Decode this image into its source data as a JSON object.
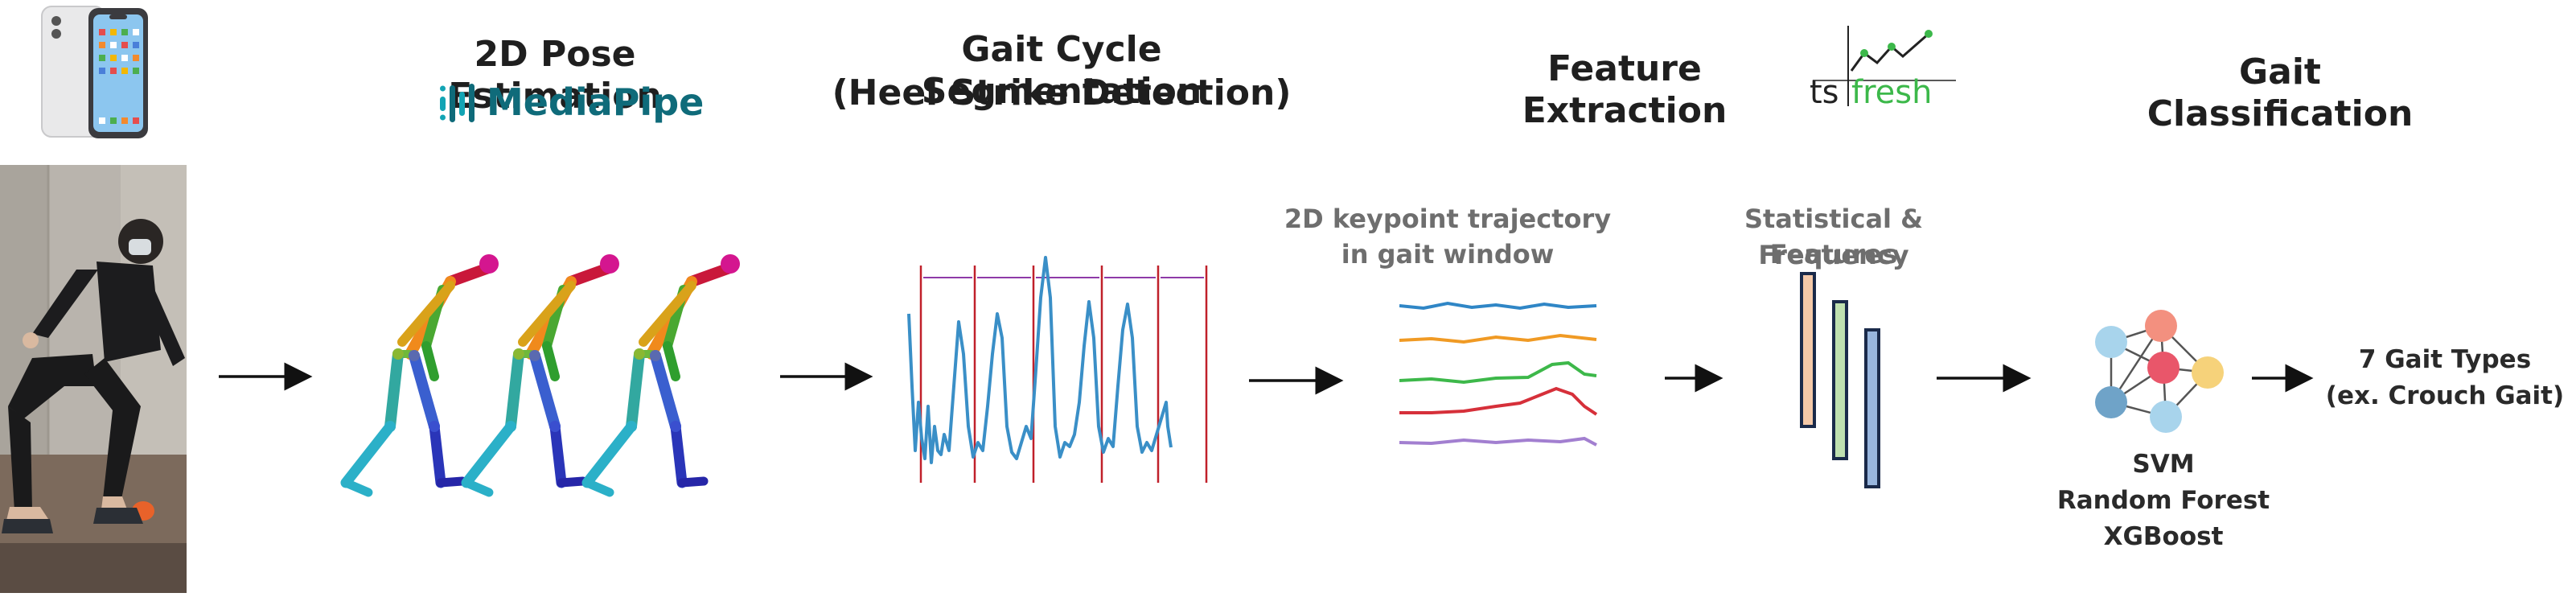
{
  "stages": {
    "pose": {
      "title": "2D Pose Estimation",
      "tool": "MediaPipe"
    },
    "segmentation": {
      "title_line1": "Gait Cycle Segmentation",
      "title_line2": "(Heel Strike Detection)"
    },
    "features": {
      "title": "Feature Extraction",
      "tool_left": "ts",
      "tool_right": "fresh",
      "trajectory_label_line1": "2D keypoint trajectory",
      "trajectory_label_line2": "in gait window",
      "stat_label_line1": "Statistical & Frequency",
      "stat_label_line2": "Features"
    },
    "classification": {
      "title": "Gait Classification",
      "models": [
        "SVM",
        "Random Forest",
        "XGBoost"
      ],
      "output_line1": "7 Gait Types",
      "output_line2": "(ex. Crouch Gait)"
    }
  },
  "icons": {
    "phone": "smartphone-icon",
    "mediapipe": "mediapipe-logo-icon",
    "tsfresh": "tsfresh-logo-icon",
    "arrow": "right-arrow-icon"
  },
  "colors": {
    "signal": "#3a8fc7",
    "heel_strike": "#c0202a",
    "cycle_arrow": "#8e3aa8",
    "tsfresh_green": "#3cb84a",
    "mediapipe_teal": "#0f6b7a",
    "feature_bars": [
      "#f3c8a8",
      "#bfe0b0",
      "#98b6de"
    ],
    "trajectories": [
      "#2f86c6",
      "#f09a24",
      "#3db84a",
      "#d6303a",
      "#a27fd0"
    ],
    "nodes": [
      "#a8d4ec",
      "#f3907f",
      "#6fa3c8",
      "#e9566a",
      "#f6d27a",
      "#a8d4ec"
    ]
  }
}
